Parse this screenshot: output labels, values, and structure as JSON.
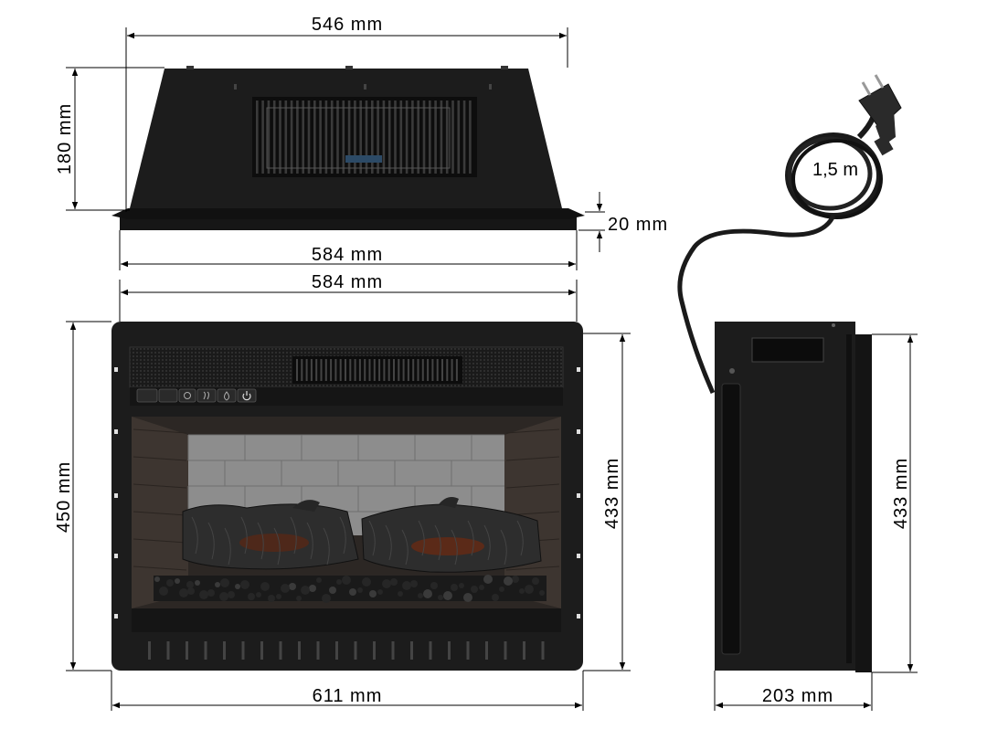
{
  "dimensions": {
    "top_width": "546 mm",
    "top_height": "180 mm",
    "flange_thickness": "20 mm",
    "top_base_width": "584 mm",
    "front_inner_width": "584 mm",
    "front_total_height": "450 mm",
    "front_inner_height": "433 mm",
    "front_total_width": "611 mm",
    "side_height": "433 mm",
    "side_depth": "203 mm"
  },
  "cord": {
    "length_label": "1,5 m"
  },
  "colors": {
    "body": "#1c1c1c",
    "body_dark": "#0f0f0f",
    "brick": "#3a342f",
    "back_panel": "#8a8a8a",
    "log": "#2a2a2a",
    "ember": "#6b2a12",
    "line": "#000000"
  },
  "icons": [
    "power-icon",
    "flame-icon",
    "timer-icon",
    "brightness-icon",
    "remote-sensor-icon"
  ]
}
